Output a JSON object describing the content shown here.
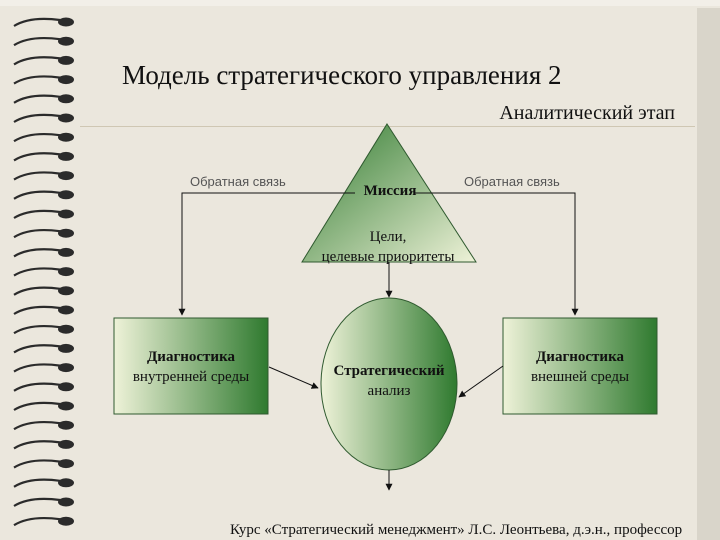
{
  "title": "Модель стратегического управления 2",
  "subtitle": "Аналитический этап",
  "feedback_left": "Обратная связь",
  "feedback_right": "Обратная связь",
  "mission": "Миссия",
  "goals_line1": "Цели,",
  "goals_line2": "целевые приоритеты",
  "internal": {
    "title": "Диагностика",
    "sub": "внутренней среды"
  },
  "analysis": {
    "line1": "Стратегический",
    "line2": "анализ"
  },
  "external": {
    "title": "Диагностика",
    "sub": "внешней среды"
  },
  "footer": "Курс «Стратегический менеджмент» Л.С. Леонтьева, д.э.н., профессор",
  "colors": {
    "shape_dark": "#2f7a2f",
    "shape_light": "#eef2d8",
    "background": "#ebe7dd",
    "ring": "#2b2b2b"
  }
}
